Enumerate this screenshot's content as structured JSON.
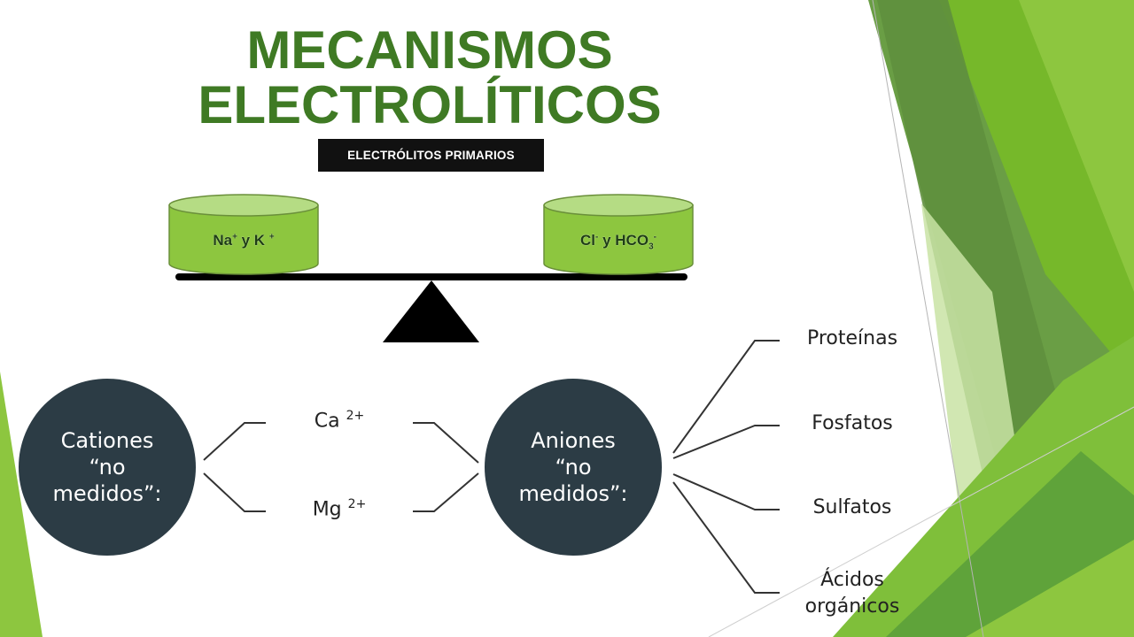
{
  "title": {
    "line1": "MECANISMOS",
    "line2": "ELECTROLÍTICOS"
  },
  "badge": "ELECTRÓLITOS PRIMARIOS",
  "balance": {
    "left": {
      "main": "Na",
      "sup1": "+",
      "mid": " y K ",
      "sup2": "+"
    },
    "right": {
      "main": "Cl",
      "sup1": "-",
      "mid": " y HCO",
      "sub": "3",
      "sup2": "-"
    }
  },
  "cations": {
    "lines": [
      "Cationes",
      "“no",
      "medidos”:"
    ],
    "items": [
      {
        "base": "Ca ",
        "charge": "2+"
      },
      {
        "base": "Mg ",
        "charge": "2+"
      }
    ]
  },
  "anions": {
    "lines": [
      "Aniones",
      "“no",
      "medidos”:"
    ],
    "items": [
      "Proteínas",
      "Fosfatos",
      "Sulfatos"
    ],
    "last_item": [
      "Ácidos",
      "orgánicos"
    ]
  },
  "colors": {
    "title": "#3f7a24",
    "circle": "#2c3c45",
    "cylinder": "#8dc63f",
    "accent": "#76b82a"
  }
}
